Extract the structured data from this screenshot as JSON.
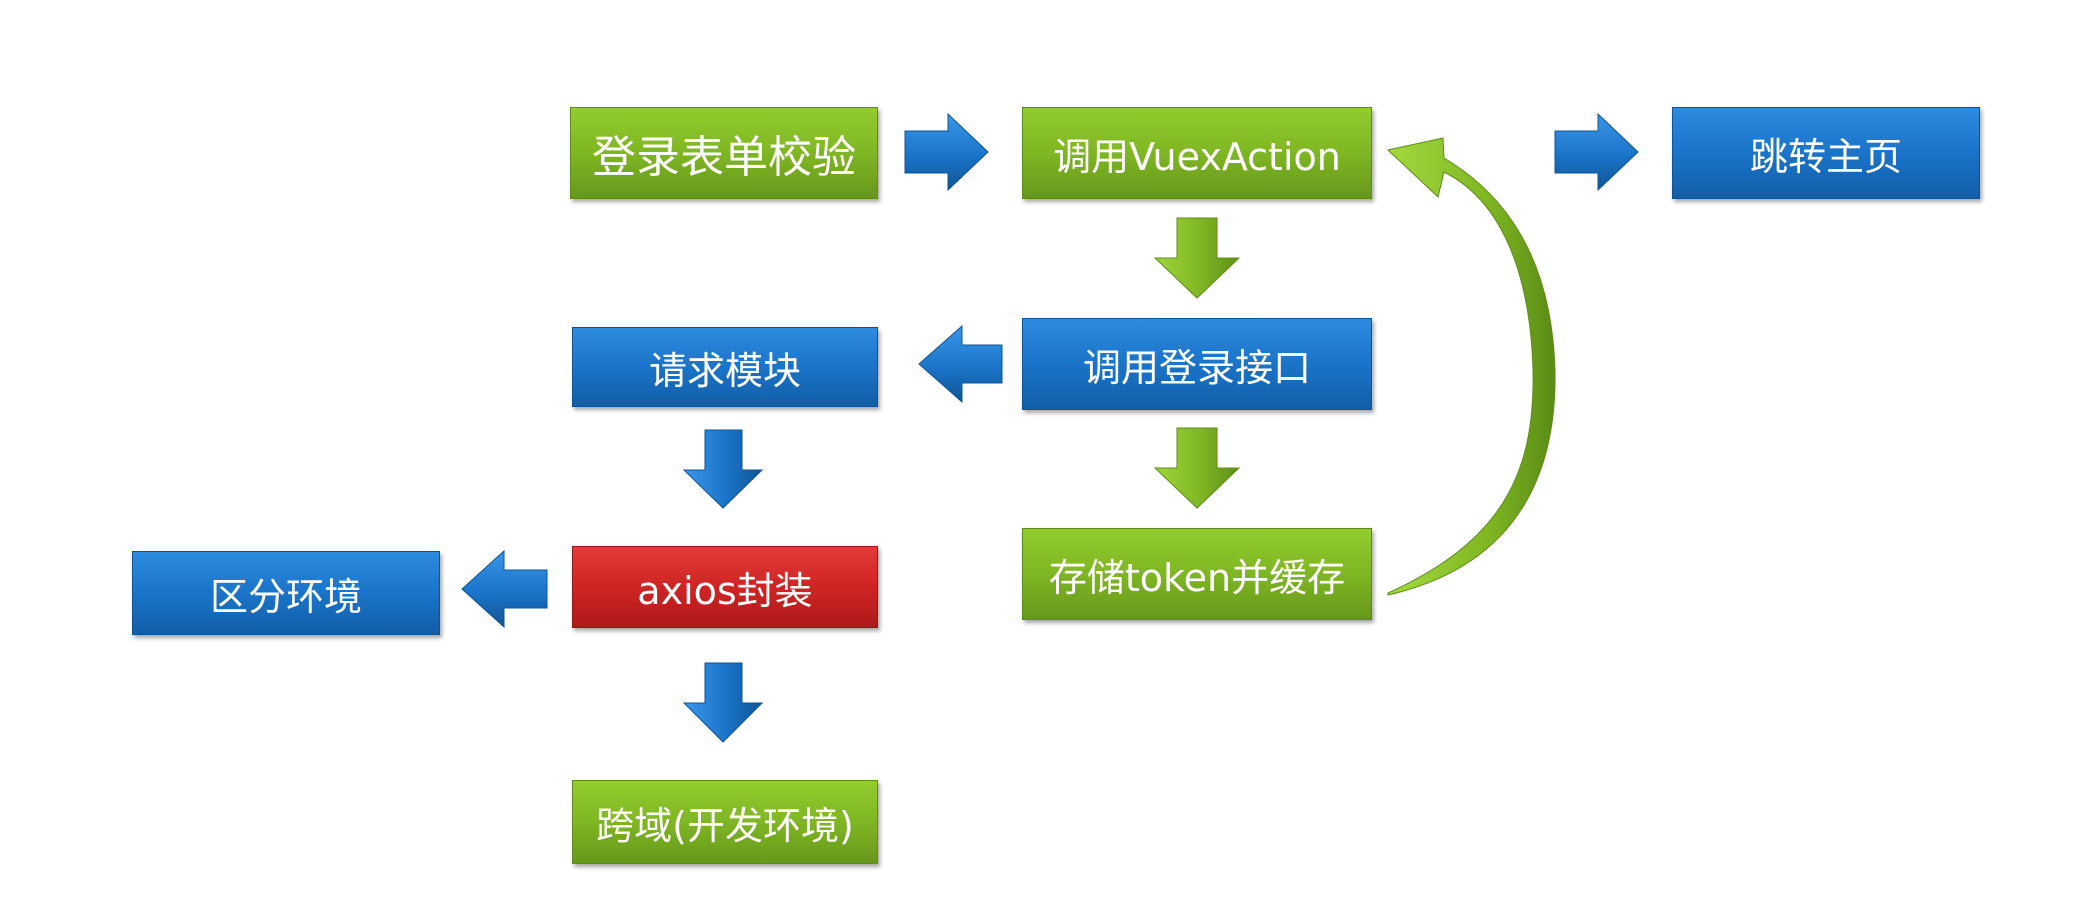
{
  "nodes": {
    "login_form_validation": "登录表单校验",
    "call_vuex_action": "调用VuexAction",
    "navigate_home": "跳转主页",
    "request_module": "请求模块",
    "call_login_api": "调用登录接口",
    "store_token_cache": "存储token并缓存",
    "distinguish_env": "区分环境",
    "axios_wrapper": "axios封装",
    "cors_dev_env": "跨域(开发环境)"
  },
  "colors": {
    "green": "#7fb623",
    "blue": "#1a74c9",
    "red": "#d02424"
  }
}
